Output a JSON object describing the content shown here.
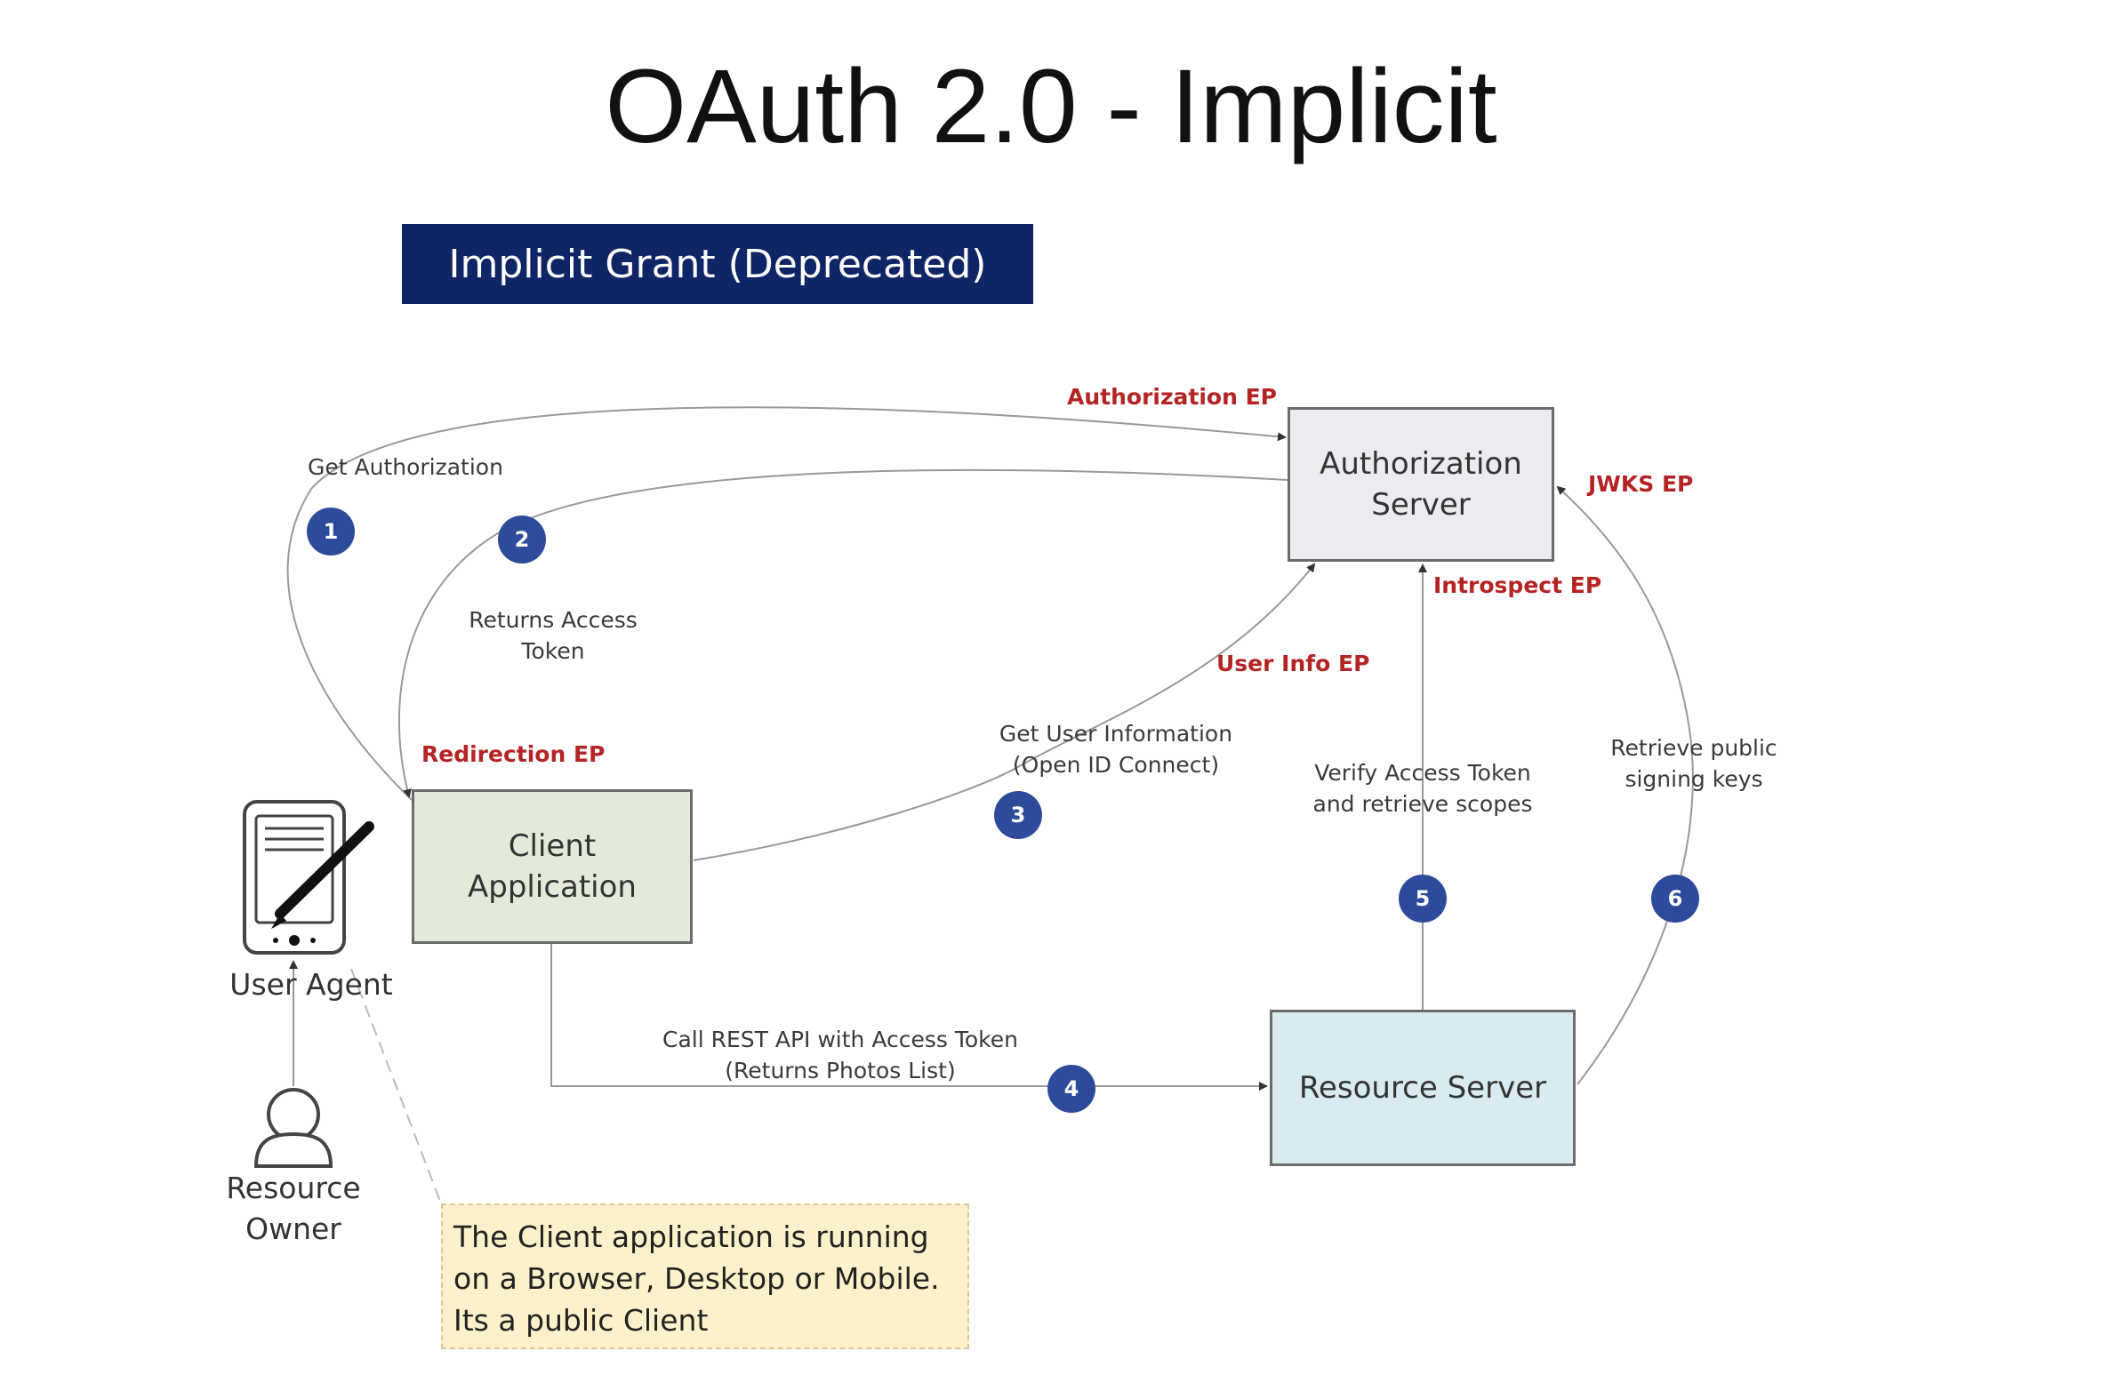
{
  "title": "OAuth 2.0 - Implicit",
  "banner": "Implicit Grant (Deprecated)",
  "nodes": {
    "authorization_server": "Authorization Server",
    "client_application": "Client Application",
    "resource_server": "Resource Server",
    "user_agent": "User Agent",
    "resource_owner": "Resource Owner"
  },
  "endpoints": {
    "authorization": "Authorization EP",
    "jwks": "JWKS EP",
    "introspect": "Introspect EP",
    "user_info": "User Info EP",
    "redirection": "Redirection EP"
  },
  "steps": [
    {
      "number": "1",
      "label": "Get Authorization"
    },
    {
      "number": "2",
      "label": "Returns  Access Token"
    },
    {
      "number": "3",
      "label": "Get User Information (Open ID Connect)"
    },
    {
      "number": "4",
      "label": "Call REST API with Access Token (Returns Photos List)"
    },
    {
      "number": "5",
      "label": "Verify Access Token and retrieve scopes"
    },
    {
      "number": "6",
      "label": "Retrieve public signing keys"
    }
  ],
  "step_lines": {
    "s2a": "Returns  Access",
    "s2b": "Token",
    "s3a": "Get User Information",
    "s3b": "(Open ID Connect)",
    "s4a": "Call REST API with Access Token",
    "s4b": "(Returns Photos List)",
    "s5a": "Verify Access Token",
    "s5b": "and retrieve scopes",
    "s6a": "Retrieve public",
    "s6b": "signing keys"
  },
  "node_lines": {
    "auth_a": "Authorization",
    "auth_b": "Server",
    "client_a": "Client",
    "client_b": "Application",
    "owner_a": "Resource",
    "owner_b": "Owner"
  },
  "note": "The Client application is running on a Browser, Desktop or Mobile. Its a public Client",
  "colors": {
    "banner": "#0f2566",
    "badge": "#2e4a9a",
    "endpoint": "#b52424",
    "note": "#fdf1cc"
  }
}
